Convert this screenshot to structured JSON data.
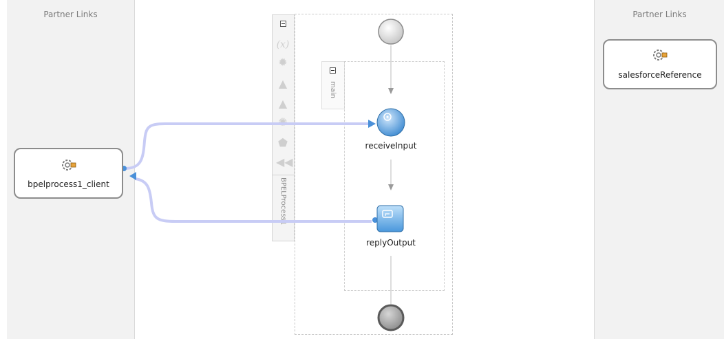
{
  "left_lane": {
    "title": "Partner Links"
  },
  "right_lane": {
    "title": "Partner Links"
  },
  "partners": {
    "client": {
      "label": "bpelprocess1_client",
      "icon": "gear-icon"
    },
    "reference": {
      "label": "salesforceReference",
      "icon": "gear-icon"
    }
  },
  "process": {
    "name": "BPELProcess1",
    "sequence_name": "main"
  },
  "activities": {
    "receive": {
      "label": "receiveInput",
      "icon": "receive-gear-icon"
    },
    "reply": {
      "label": "replyOutput",
      "icon": "reply-icon"
    }
  },
  "toolbar": {
    "variables_symbol": "(x)",
    "icons": [
      "variables-icon",
      "correlation-icon",
      "fault-handler-icon",
      "event-handler-icon",
      "compensation-icon",
      "termination-icon",
      "rewind-icon"
    ]
  },
  "colors": {
    "link": "#c8ccf5",
    "accent": "#4a90d9",
    "lane": "#f2f2f2"
  }
}
